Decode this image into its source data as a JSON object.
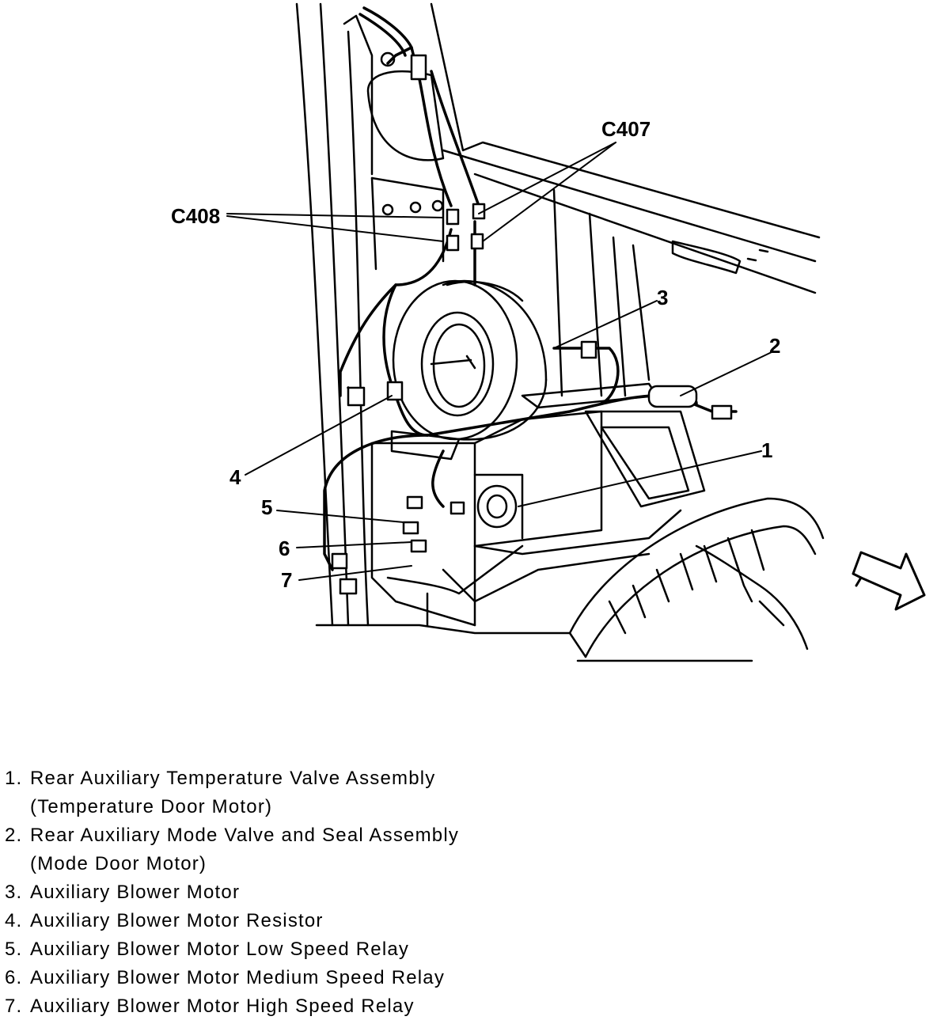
{
  "callouts": {
    "c407": "C407",
    "c408": "C408",
    "n1": "1",
    "n2": "2",
    "n3": "3",
    "n4": "4",
    "n5": "5",
    "n6": "6",
    "n7": "7"
  },
  "legend": [
    {
      "num": "1.",
      "text": "Rear Auxiliary Temperature Valve Assembly",
      "sub": "(Temperature Door Motor)"
    },
    {
      "num": "2.",
      "text": "Rear Auxiliary Mode Valve and Seal Assembly",
      "sub": "(Mode Door Motor)"
    },
    {
      "num": "3.",
      "text": "Auxiliary Blower Motor",
      "sub": ""
    },
    {
      "num": "4.",
      "text": "Auxiliary Blower Motor Resistor",
      "sub": ""
    },
    {
      "num": "5.",
      "text": "Auxiliary Blower Motor Low Speed Relay",
      "sub": ""
    },
    {
      "num": "6.",
      "text": "Auxiliary Blower Motor Medium Speed Relay",
      "sub": ""
    },
    {
      "num": "7.",
      "text": "Auxiliary Blower Motor High Speed Relay",
      "sub": ""
    }
  ]
}
